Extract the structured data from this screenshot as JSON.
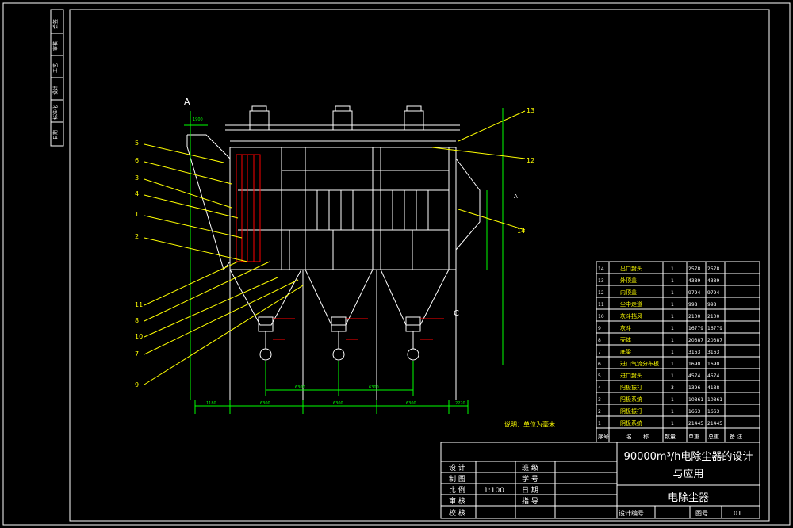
{
  "colors": {
    "background": "#000000",
    "frame": "#ffffff",
    "structure": "#ffffff",
    "dimension": "#00ff00",
    "leader": "#ffff00",
    "accent": "#ff0000",
    "label": "#ffffff"
  },
  "section_marks": {
    "a_top": "A",
    "a_right": "A",
    "c": "C"
  },
  "annotation_note": "说明：单位为毫米",
  "part_labels_left": [
    "5",
    "6",
    "3",
    "4",
    "1",
    "2",
    "11",
    "8",
    "10",
    "7",
    "9"
  ],
  "part_labels_right": [
    "13",
    "12",
    "14"
  ],
  "dimensions": {
    "bottom_segments": [
      "1180",
      "6300",
      "6300",
      "6300",
      "2220"
    ],
    "hopper_spacing": [
      "6300",
      "6300"
    ],
    "left_top": "1900"
  },
  "bom": {
    "rows": [
      {
        "no": "14",
        "name": "出口封头",
        "qty": "1",
        "unit": "2578",
        "total": "2578",
        "note": ""
      },
      {
        "no": "13",
        "name": "外顶盖",
        "qty": "1",
        "unit": "4389",
        "total": "4389",
        "note": ""
      },
      {
        "no": "12",
        "name": "内顶盖",
        "qty": "1",
        "unit": "9794",
        "total": "9794",
        "note": ""
      },
      {
        "no": "11",
        "name": "尘中走道",
        "qty": "1",
        "unit": "998",
        "total": "998",
        "note": ""
      },
      {
        "no": "10",
        "name": "灰斗挡风",
        "qty": "1",
        "unit": "2100",
        "total": "2100",
        "note": ""
      },
      {
        "no": "9",
        "name": "灰斗",
        "qty": "1",
        "unit": "16779",
        "total": "16779",
        "note": ""
      },
      {
        "no": "8",
        "name": "壳体",
        "qty": "1",
        "unit": "20387",
        "total": "20387",
        "note": ""
      },
      {
        "no": "7",
        "name": "底梁",
        "qty": "1",
        "unit": "3163",
        "total": "3163",
        "note": ""
      },
      {
        "no": "6",
        "name": "进口气流分布板",
        "qty": "1",
        "unit": "1690",
        "total": "1690",
        "note": ""
      },
      {
        "no": "5",
        "name": "进口封头",
        "qty": "1",
        "unit": "4574",
        "total": "4574",
        "note": ""
      },
      {
        "no": "4",
        "name": "阳极振打",
        "qty": "3",
        "unit": "1396",
        "total": "4188",
        "note": ""
      },
      {
        "no": "3",
        "name": "阳极系统",
        "qty": "1",
        "unit": "10861",
        "total": "10861",
        "note": ""
      },
      {
        "no": "2",
        "name": "阴极振打",
        "qty": "1",
        "unit": "1663",
        "total": "1663",
        "note": ""
      },
      {
        "no": "1",
        "name": "阴极系统",
        "qty": "1",
        "unit": "21445",
        "total": "21445",
        "note": ""
      }
    ],
    "header": {
      "no": "序号",
      "name": "名　　称",
      "qty": "数量",
      "unit": "单重",
      "total": "总重",
      "note": "备 注"
    }
  },
  "title_block": {
    "title_line1": "90000m³/h电除尘器的设计",
    "title_line2": "与应用",
    "drawing_name": "电除尘器",
    "rows": [
      {
        "label": "设 计",
        "value": "",
        "label2": "班 级",
        "value2": ""
      },
      {
        "label": "制 图",
        "value": "",
        "label2": "学 号",
        "value2": ""
      },
      {
        "label": "比 例",
        "value": "1:100",
        "label2": "日 期",
        "value2": ""
      },
      {
        "label": "审 核",
        "value": "",
        "label2": "指 导",
        "value2": ""
      },
      {
        "label": "校 核",
        "value": "",
        "label2": "",
        "value2": ""
      }
    ],
    "design_no_label": "设计编号",
    "drawing_no_label": "图号",
    "drawing_no": "01"
  },
  "side_strip": [
    "会签",
    "审核",
    "工艺",
    "设计",
    "标准化",
    "日期"
  ]
}
